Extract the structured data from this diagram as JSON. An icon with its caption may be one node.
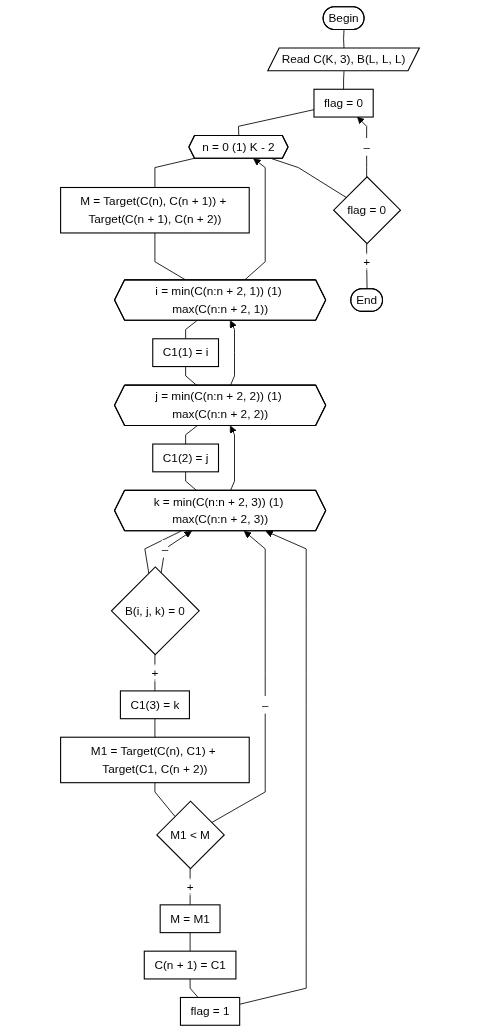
{
  "diagram": {
    "nodes": [
      {
        "text": [
          "Begin"
        ]
      },
      {
        "text": [
          "Read C(K, 3), B(L, L, L)"
        ]
      },
      {
        "text": [
          "flag = 0"
        ]
      },
      {
        "text": [
          "n = 0 (1) K - 2"
        ]
      },
      {
        "text": [
          "M = Target(C(n), C(n + 1)) + Target(C(n + 1), C(n + 2))"
        ]
      },
      {
        "text": [
          "i = min(C(n:n + 2, 1)) (1) max(C(n:n + 2, 1))"
        ]
      },
      {
        "text": [
          "C1(1) = i"
        ]
      },
      {
        "text": [
          "j = min(C(n:n + 2, 2)) (1) max(C(n:n + 2, 2))"
        ]
      },
      {
        "text": [
          "C1(2) = j"
        ]
      },
      {
        "text": [
          "k = min(C(n:n + 2, 3)) (1) max(C(n:n + 2, 3))"
        ]
      },
      {
        "text": [
          "B(i, j, k) = 0"
        ]
      },
      {
        "text": [
          "C1(3) = k"
        ]
      },
      {
        "text": [
          "M1 = Target(C(n), C1) + Target(C1, C(n + 2))"
        ]
      },
      {
        "text": [
          "M1 < M"
        ]
      },
      {
        "text": [
          "M = M1"
        ]
      },
      {
        "text": [
          "C(n + 1) = C1"
        ]
      },
      {
        "text": [
          "flag = 1"
        ]
      },
      {
        "text": [
          "flag = 0"
        ]
      },
      {
        "text": [
          "End"
        ]
      }
    ],
    "edges": [
      {
        "from": 0,
        "to": 1,
        "arrow": "none"
      },
      {
        "from": 1,
        "to": 2,
        "arrow": "none"
      },
      {
        "from": 2,
        "to": 3,
        "arrow": "none"
      },
      {
        "from": 3,
        "to": 4,
        "arrow": "none"
      },
      {
        "from": 4,
        "to": 5,
        "arrow": "none"
      },
      {
        "from": 5,
        "to": 6,
        "arrow": "none"
      },
      {
        "from": 6,
        "to": 7,
        "arrow": "none"
      },
      {
        "from": 7,
        "to": 8,
        "arrow": "none"
      },
      {
        "from": 8,
        "to": 9,
        "arrow": "none"
      },
      {
        "from": 9,
        "to": 10,
        "arrow": "none"
      },
      {
        "from": 10,
        "to": 11,
        "arrow": "none",
        "label": "+"
      },
      {
        "from": 10,
        "to": 9,
        "arrow": "to",
        "label": "–"
      },
      {
        "from": 11,
        "to": 12,
        "arrow": "none"
      },
      {
        "from": 12,
        "to": 13,
        "arrow": "none"
      },
      {
        "from": 13,
        "to": 14,
        "arrow": "none",
        "label": "+"
      },
      {
        "from": 13,
        "to": 9,
        "arrow": "to",
        "label": "–"
      },
      {
        "from": 14,
        "to": 15,
        "arrow": "none"
      },
      {
        "from": 15,
        "to": 16,
        "arrow": "none"
      },
      {
        "from": 16,
        "to": 9,
        "arrow": "to"
      },
      {
        "from": 9,
        "to": 7,
        "arrow": "to"
      },
      {
        "from": 7,
        "to": 5,
        "arrow": "to"
      },
      {
        "from": 5,
        "to": 3,
        "arrow": "to"
      },
      {
        "from": 3,
        "to": 17,
        "arrow": "none"
      },
      {
        "from": 17,
        "to": 2,
        "arrow": "to",
        "label": "–"
      },
      {
        "from": 17,
        "to": 18,
        "arrow": "none",
        "label": "+"
      }
    ]
  }
}
